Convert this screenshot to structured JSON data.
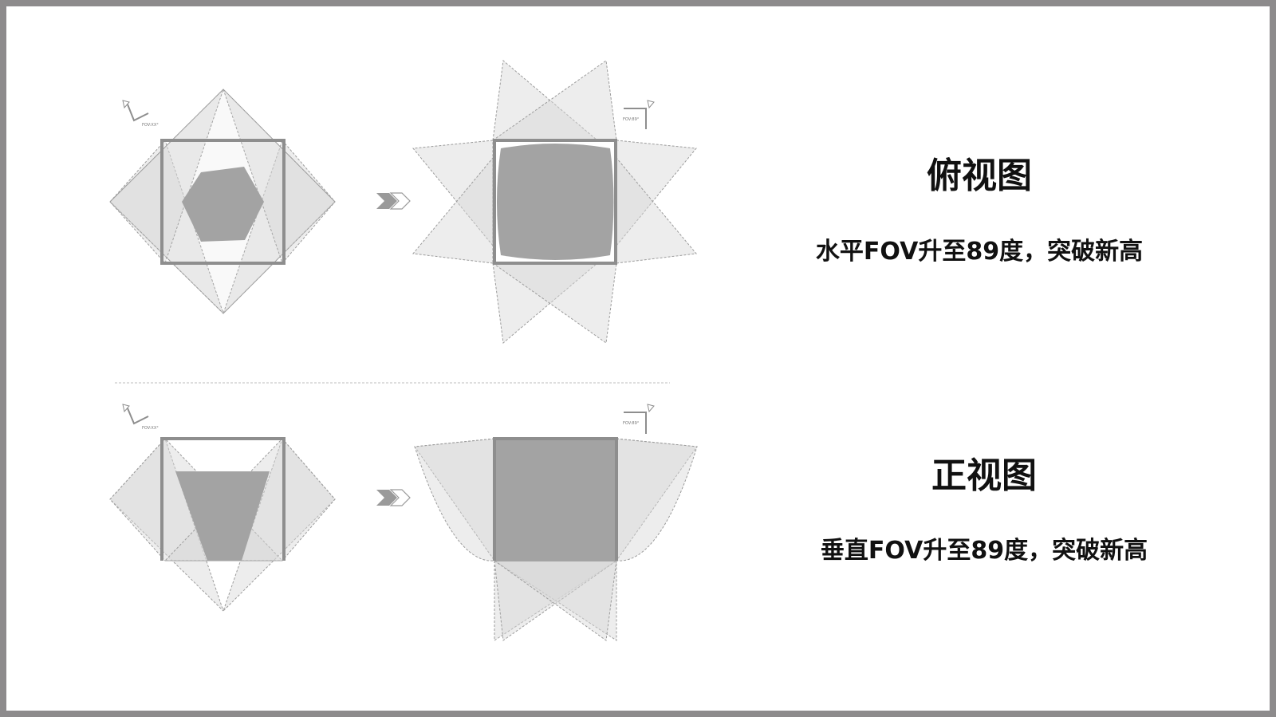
{
  "top_view": {
    "title": "俯视图",
    "subtitle": "水平FOV升至89度，突破新高",
    "before_fov_label": "FOV:XX°",
    "after_fov_label": "FOV:89°"
  },
  "front_view": {
    "title": "正视图",
    "subtitle": "垂直FOV升至89度，突破新高",
    "before_fov_label": "FOV:XX°",
    "after_fov_label": "FOV:89°"
  },
  "colors": {
    "frame": "#8d8b8c",
    "background": "#ffffff",
    "fov_fill": "#d6d6d6",
    "overlap_fill": "#a6a6a6",
    "text": "#111111"
  },
  "icons": [
    "camera-fov-icon",
    "double-chevron-right-icon"
  ]
}
